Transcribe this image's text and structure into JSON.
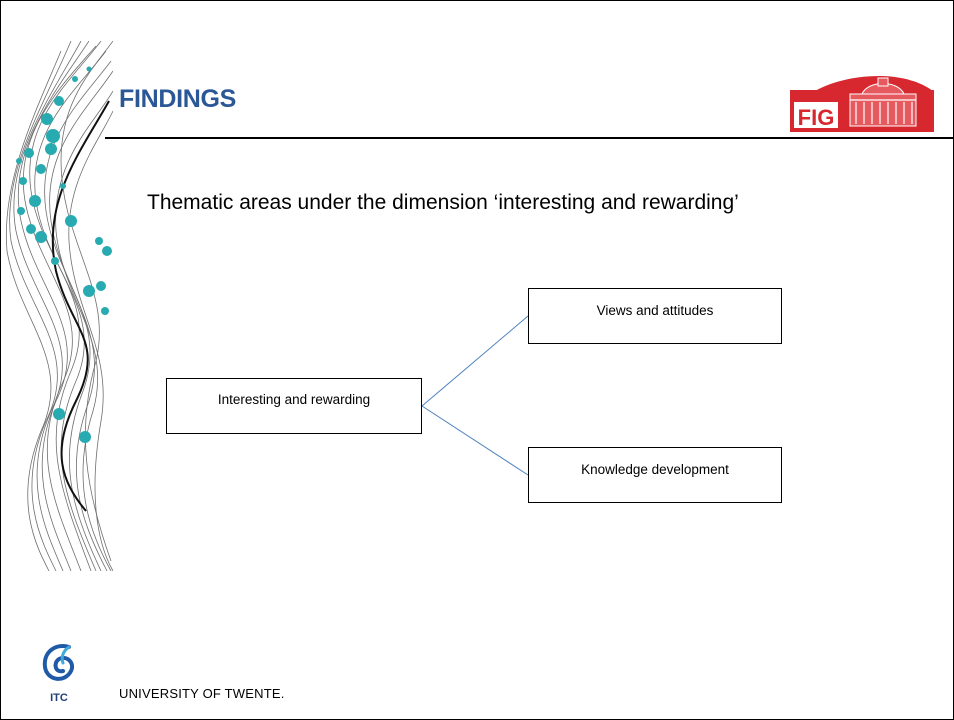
{
  "slide": {
    "title": "FINDINGS",
    "subtitle": "Thematic areas under the dimension ‘interesting and rewarding’"
  },
  "diagram": {
    "root": "Interesting and rewarding",
    "branches": [
      "Views and attitudes",
      "Knowledge development"
    ]
  },
  "logos": {
    "fig_text": "FIG",
    "itc_text": "ITC"
  },
  "footer": {
    "university": "UNIVERSITY OF TWENTE."
  },
  "colors": {
    "title": "#2b5797",
    "connector": "#4f81bd",
    "fig_red": "#d7282f",
    "dot_teal": "#27aab0",
    "itc_blue": "#1f5aa8"
  }
}
